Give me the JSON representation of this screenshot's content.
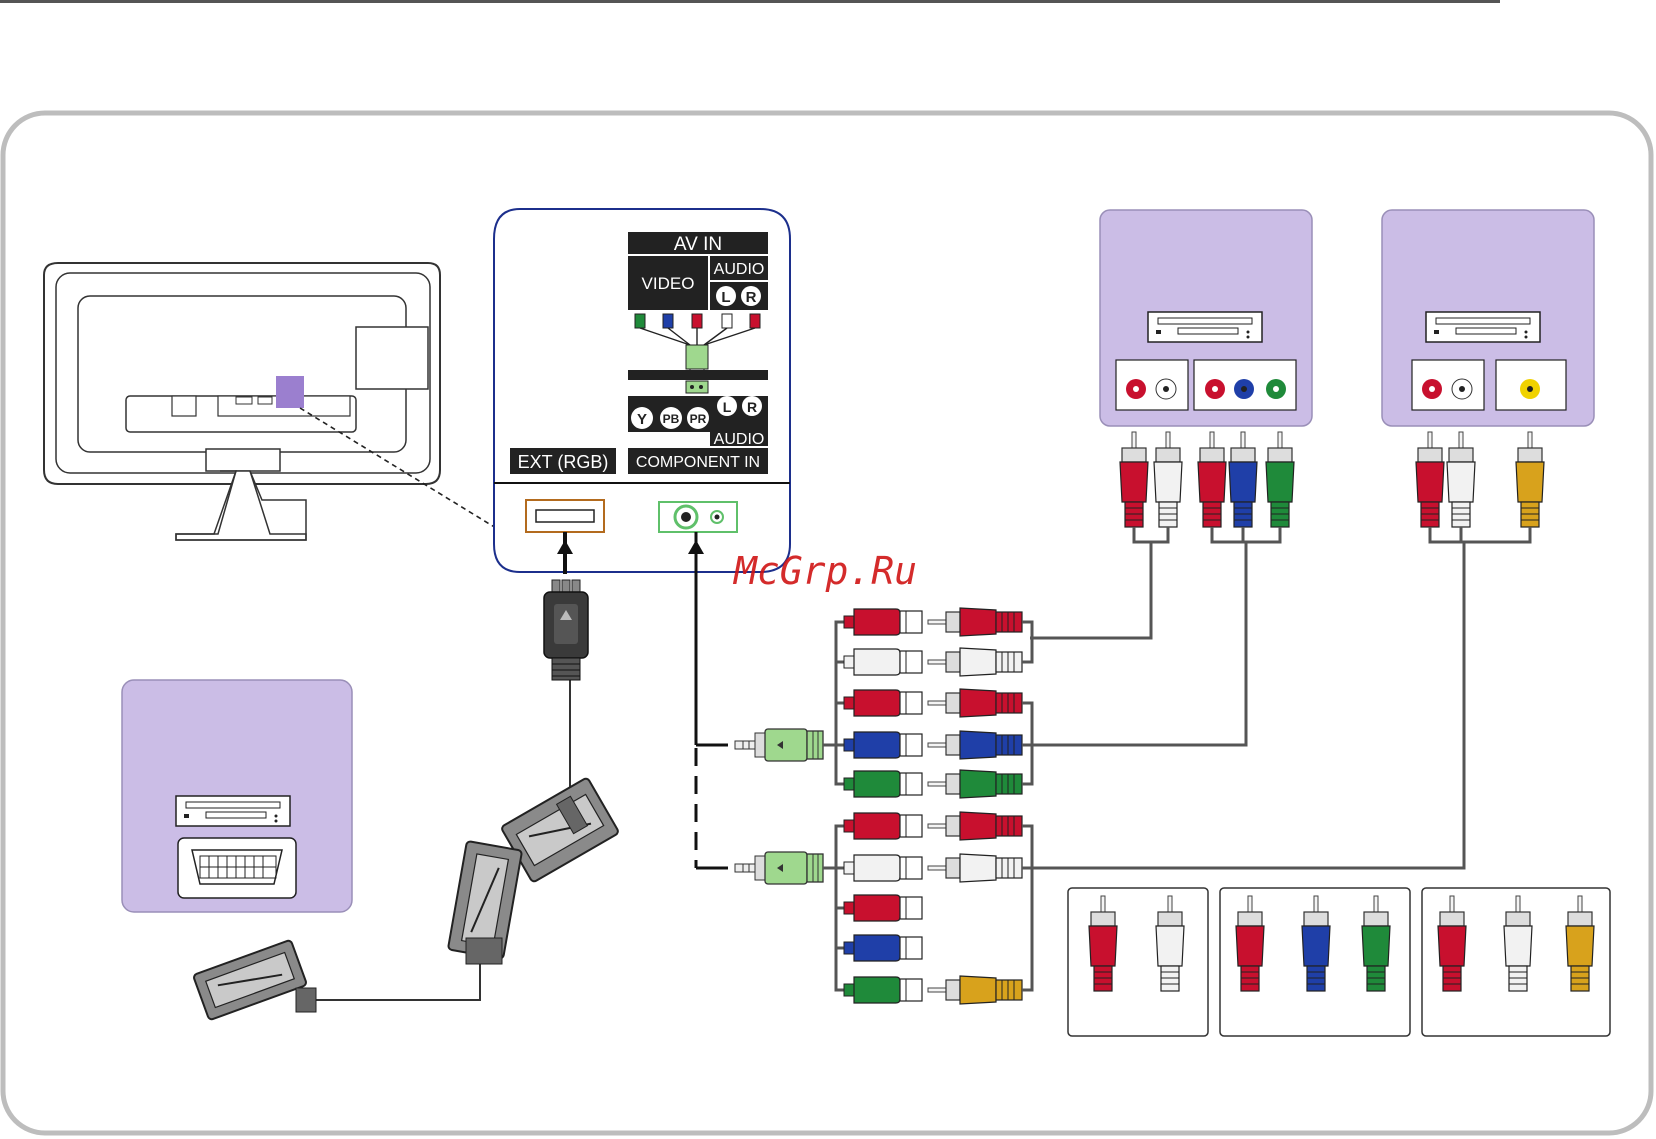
{
  "watermark": "McGrp.Ru",
  "tv_panel": {
    "av_in_title": "AV IN",
    "video_label": "VIDEO",
    "audio_label_top": "AUDIO",
    "l_label": "L",
    "r_label": "R",
    "y_label": "Y",
    "pb_label": "PB",
    "pr_label": "PR",
    "audio_label_bottom": "AUDIO",
    "ext_label": "EXT (RGB)",
    "component_label": "COMPONENT IN"
  },
  "colors": {
    "device_bg": "#cbbde6",
    "red": "#c8102e",
    "white": "#f2f2f2",
    "blue": "#1f3fa8",
    "green": "#1f8a3a",
    "yellow": "#d8a21c",
    "adapter_green": "#9fd88e",
    "ext_orange": "#b36b1e",
    "panel_border": "#1c2f8c"
  }
}
